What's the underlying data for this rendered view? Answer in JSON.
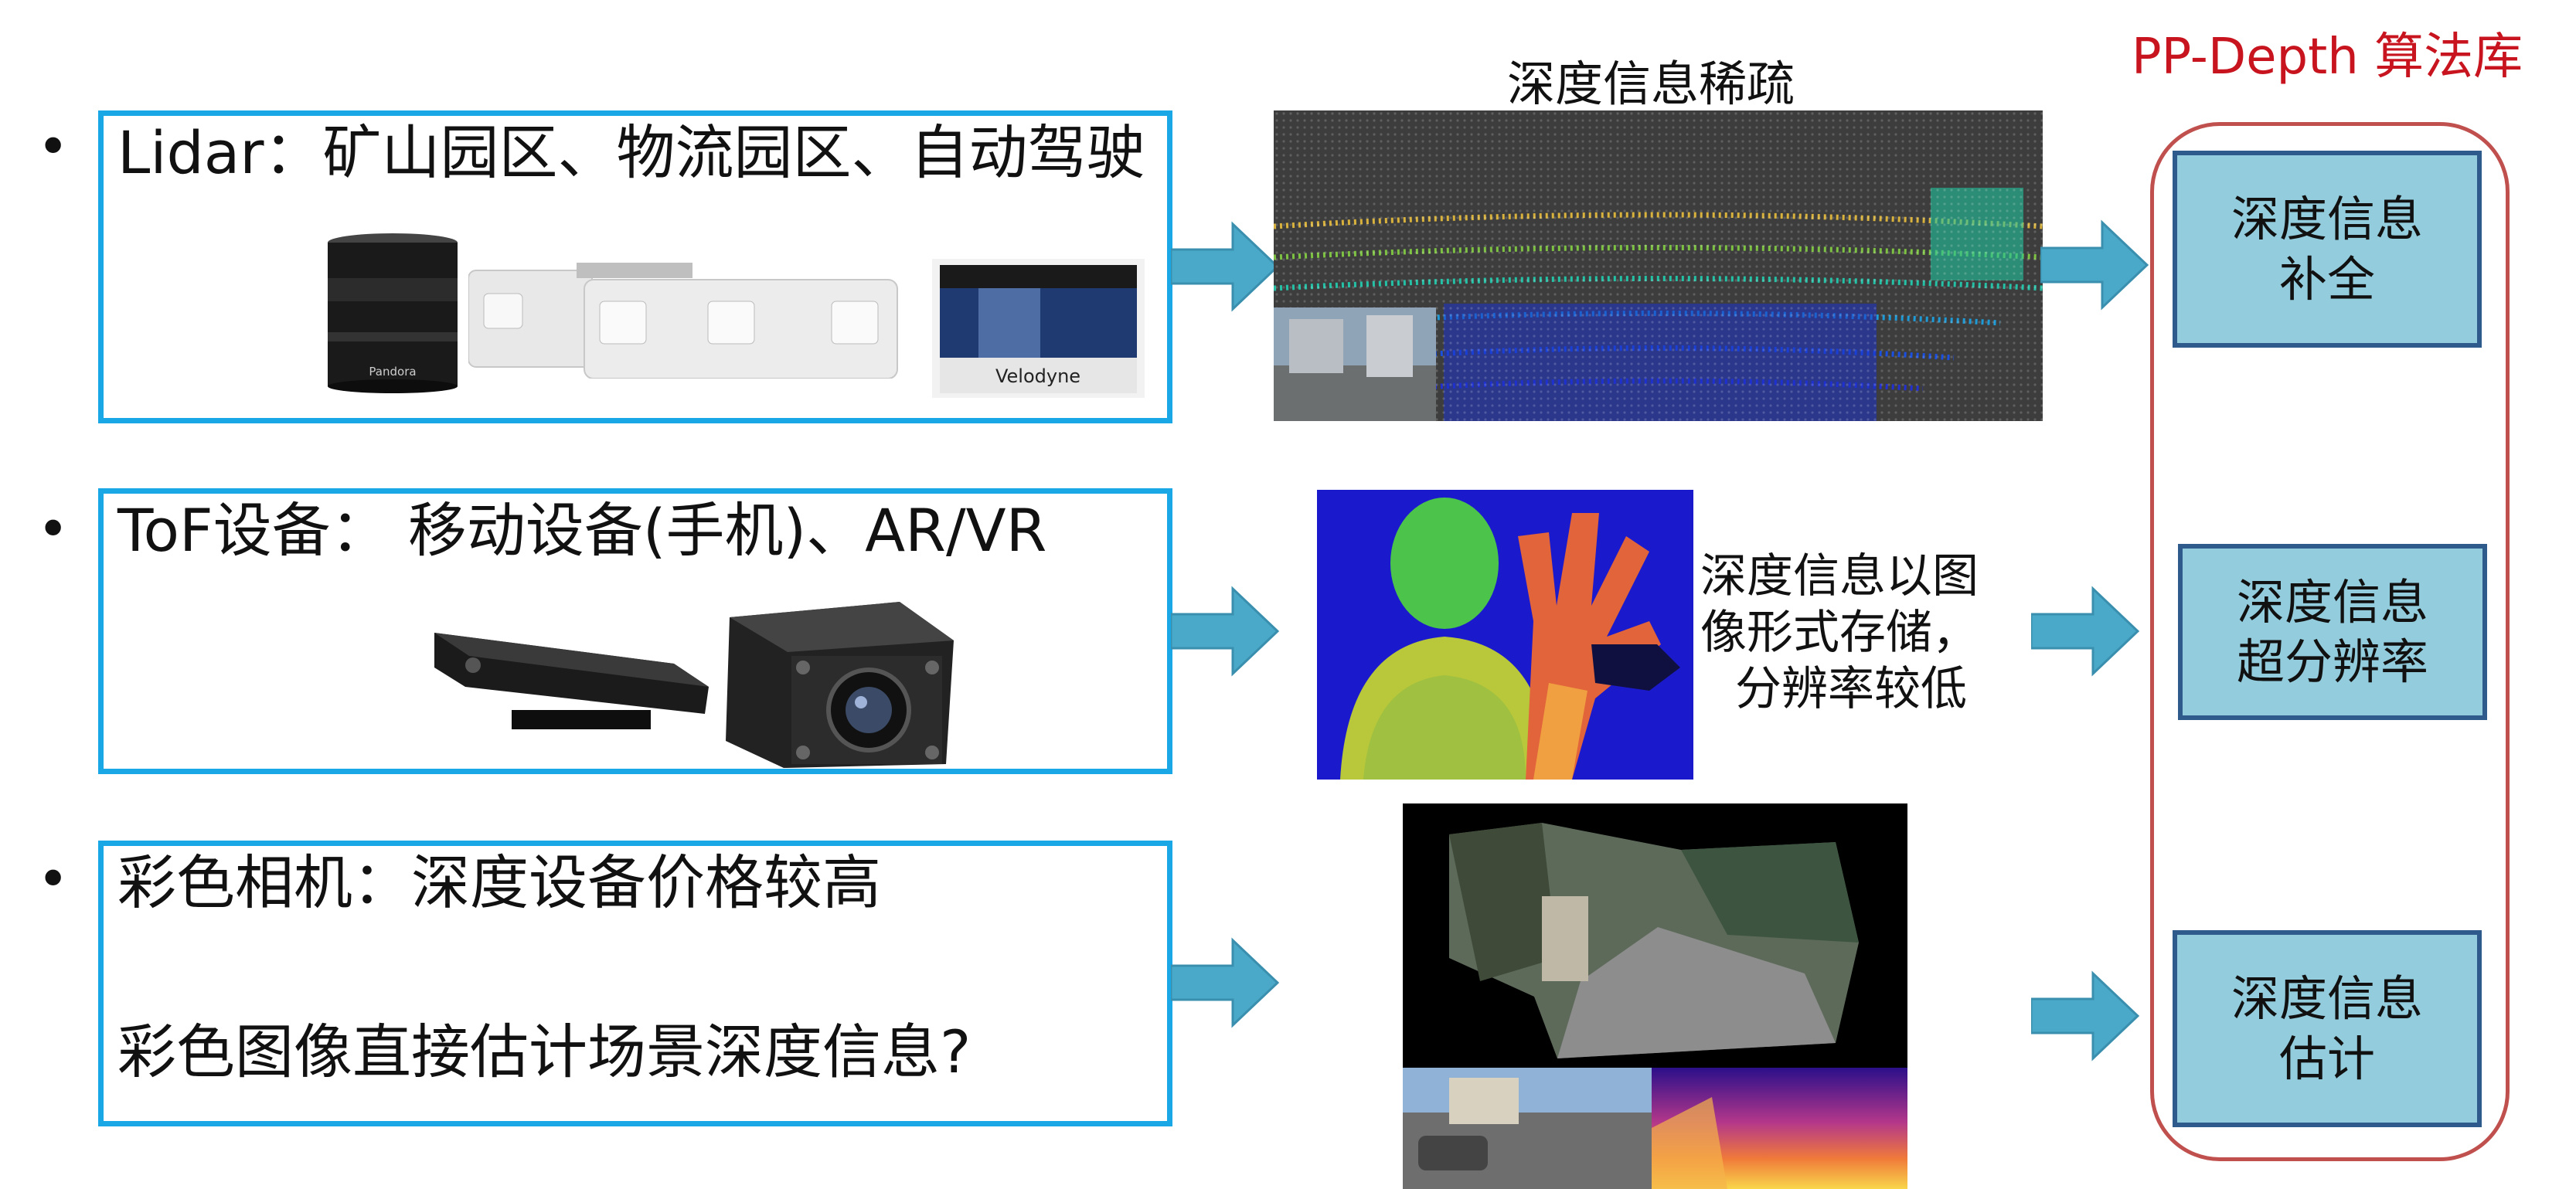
{
  "sources": [
    {
      "bullet": "•",
      "label": "Lidar：矿山园区、物流园区、自动驾驶"
    },
    {
      "bullet": "•",
      "label": "ToF设备： 移动设备(手机)、AR/VR"
    },
    {
      "bullet": "•",
      "label": "彩色相机：深度设备价格较高",
      "sublabel": "彩色图像直接估计场景深度信息?"
    }
  ],
  "device_logos": {
    "pandora": "Pandora",
    "velodyne": "Velodyne"
  },
  "captions": {
    "sparse": "深度信息稀疏",
    "tof_note_line1": "深度信息以图",
    "tof_note_line2": "像形式存储，",
    "tof_note_line3": "分辨率较低"
  },
  "library": {
    "title": "PP-Depth 算法库",
    "tasks": [
      {
        "line1": "深度信息",
        "line2": "补全"
      },
      {
        "line1": "深度信息",
        "line2": "超分辨率"
      },
      {
        "line1": "深度信息",
        "line2": "估计"
      }
    ]
  },
  "colors": {
    "source_border": "#1aa7e6",
    "arrow": "#4aa8c8",
    "library_frame": "#c0504d",
    "library_title": "#c8141e",
    "task_fill": "#93cddd",
    "task_border": "#2e5b8c"
  },
  "icons": [
    "bullet-dot",
    "right-arrow-icon",
    "lidar-device-icon",
    "tof-camera-icon",
    "depth-map-icon"
  ]
}
